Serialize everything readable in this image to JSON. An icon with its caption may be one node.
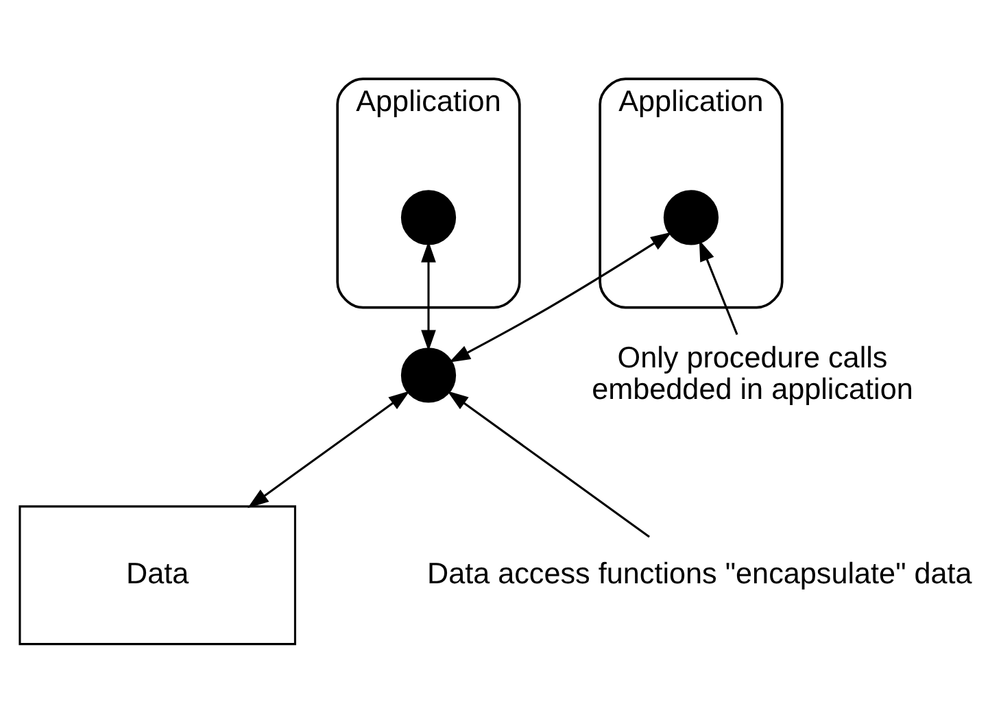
{
  "diagram": {
    "nodes": [
      {
        "text": [
          "Application"
        ]
      },
      {
        "text": [],
        "shape": "circle",
        "in": 0
      },
      {
        "text": [
          "Application"
        ]
      },
      {
        "text": [],
        "shape": "circle",
        "in": 2
      },
      {
        "text": [],
        "shape": "circle"
      },
      {
        "text": [
          "Data"
        ]
      },
      {
        "text": [
          "Only procedure calls embedded in application"
        ]
      },
      {
        "text": [
          "Data access functions \"encapsulate\" data"
        ]
      }
    ],
    "edges": [
      {
        "from": 1,
        "to": 4,
        "arrow": "both"
      },
      {
        "from": 3,
        "to": 4,
        "arrow": "both"
      },
      {
        "from": 4,
        "to": 5,
        "arrow": "both"
      },
      {
        "from": 6,
        "to": 3,
        "arrow": "to"
      },
      {
        "from": 7,
        "to": 4,
        "arrow": "to"
      }
    ]
  }
}
